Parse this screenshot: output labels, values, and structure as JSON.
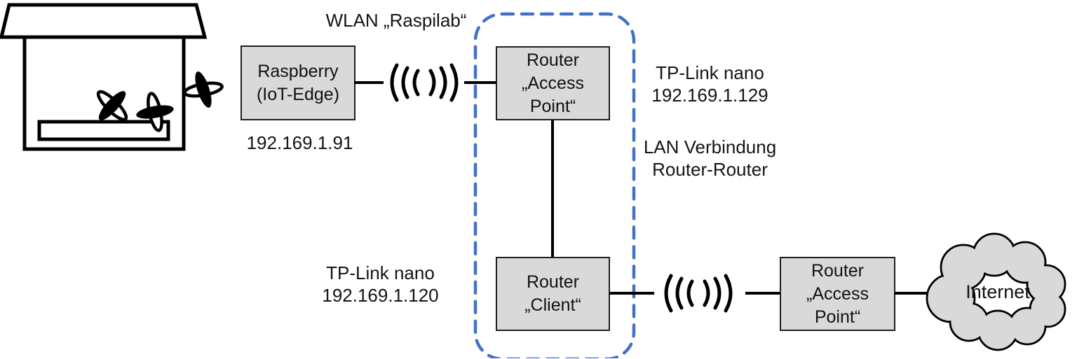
{
  "diagram": {
    "wlan_label": "WLAN „Raspilab“",
    "nodes": {
      "raspberry": {
        "lines": [
          "Raspberry",
          "(IoT-Edge)"
        ],
        "ip": "192.169.1.91"
      },
      "router_access_point_1": {
        "lines": [
          "Router",
          "„Access",
          "Point“"
        ]
      },
      "router_client": {
        "lines": [
          "Router",
          "„Client“"
        ]
      },
      "router_access_point_2": {
        "lines": [
          "Router",
          "„Access",
          "Point“"
        ]
      },
      "internet": {
        "label": "Internet"
      }
    },
    "annotations": {
      "ap1_device": [
        "TP-Link nano",
        "192.169.1.129"
      ],
      "lan_connection": [
        "LAN Verbindung",
        "Router-Router"
      ],
      "client_device": [
        "TP-Link nano",
        "192.169.1.120"
      ]
    },
    "icons": {
      "house": "beehive-house-icon",
      "wifi": "wifi-signal-icon",
      "cloud": "internet-cloud-icon"
    },
    "colors": {
      "node_fill": "#d9d9d9",
      "node_border": "#1f1f1f",
      "group_outline": "#4472c4",
      "connector": "#000000"
    }
  }
}
